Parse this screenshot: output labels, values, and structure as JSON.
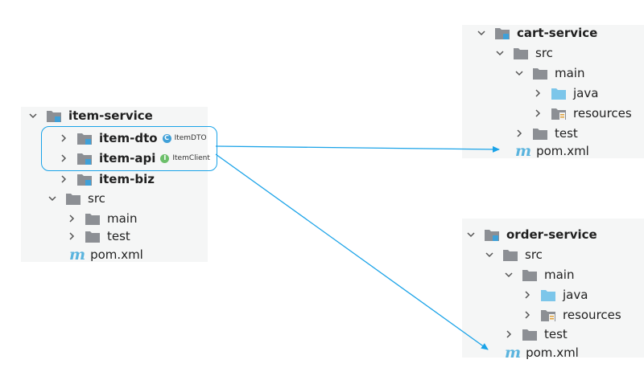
{
  "colors": {
    "panel_bg": "#f5f6f6",
    "folder_gray": "#8c8f94",
    "module_blue": "#3fa0d8",
    "java_blue": "#7cc6ea",
    "arrow_blue": "#1aa3e8",
    "maven_blue": "#5ab4de"
  },
  "item_service": {
    "root": "item-service",
    "item_dto": "item-dto",
    "item_dto_badge": {
      "letter": "C",
      "label": "ItemDTO",
      "color": "#3fa0d8"
    },
    "item_api": "item-api",
    "item_api_badge": {
      "letter": "I",
      "label": "ItemClient",
      "color": "#6cbf6a"
    },
    "item_biz": "item-biz",
    "src": "src",
    "main": "main",
    "test": "test",
    "pom": "pom.xml"
  },
  "cart_service": {
    "root": "cart-service",
    "src": "src",
    "main": "main",
    "java": "java",
    "resources": "resources",
    "test": "test",
    "pom": "pom.xml"
  },
  "order_service": {
    "root": "order-service",
    "src": "src",
    "main": "main",
    "java": "java",
    "resources": "resources",
    "test": "test",
    "pom": "pom.xml"
  },
  "maven_glyph": "m",
  "icons": [
    "chevron-down-icon",
    "chevron-right-icon",
    "module-folder-icon",
    "folder-icon",
    "java-folder-icon",
    "resources-folder-icon",
    "maven-icon",
    "class-icon",
    "interface-icon",
    "arrow-icon"
  ]
}
